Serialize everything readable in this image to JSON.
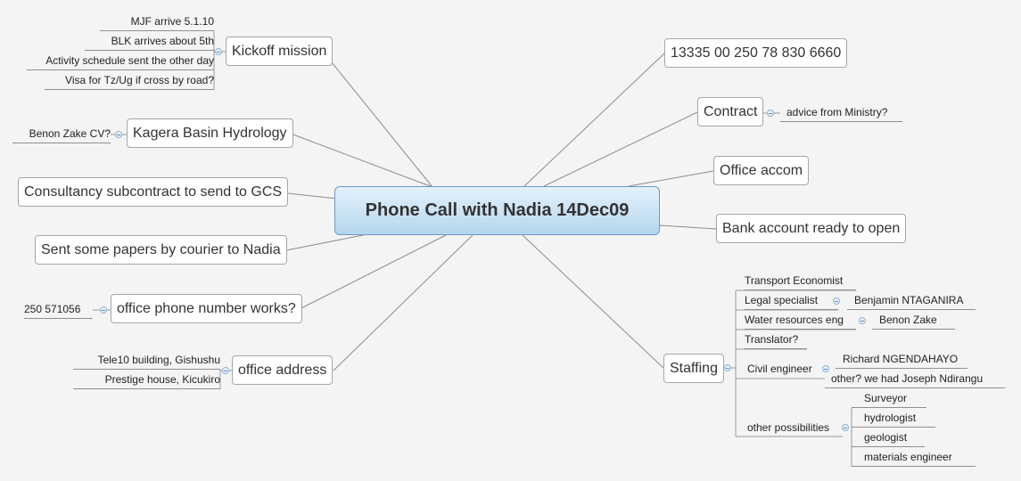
{
  "central_topic": "Phone Call with Nadia 14Dec09",
  "topics": {
    "kickoff": {
      "label": "Kickoff mission",
      "items": [
        "MJF arrive 5.1.10",
        "BLK arrives about 5th",
        "Activity schedule sent the other day",
        "Visa for Tz/Ug if cross by road?"
      ]
    },
    "kagera": {
      "label": "Kagera Basin Hydrology",
      "items": [
        "Benon Zake CV?"
      ]
    },
    "consultancy": {
      "label": "Consultancy subcontract to send to GCS"
    },
    "papers": {
      "label": "Sent some papers by courier to Nadia"
    },
    "phone": {
      "label": "office phone number works?",
      "items": [
        "250 571056"
      ]
    },
    "address": {
      "label": "office address",
      "items": [
        "Tele10 building, Gishushu",
        "Prestige house, Kicukiro"
      ]
    },
    "number": {
      "label": "13335 00 250 78 830 6660"
    },
    "contract": {
      "label": "Contract",
      "items": [
        "advice from Ministry?"
      ]
    },
    "office_accom": {
      "label": "Office accom"
    },
    "bank": {
      "label": "Bank account ready to open"
    },
    "staffing": {
      "label": "Staffing",
      "items": [
        {
          "label": "Transport Economist"
        },
        {
          "label": "Legal specialist",
          "children": [
            "Benjamin NTAGANIRA"
          ]
        },
        {
          "label": "Water resources eng",
          "children": [
            "Benon Zake"
          ]
        },
        {
          "label": "Translator?"
        },
        {
          "label": "Civil engineer",
          "children": [
            "Richard NGENDAHAYO",
            "other? we had Joseph Ndirangu"
          ]
        },
        {
          "label": "other possibilities",
          "children": [
            "Surveyor",
            "hydrologist",
            "geologist",
            "materials engineer"
          ]
        }
      ]
    }
  },
  "colors": {
    "central_fill": "#b5d6ef",
    "central_border": "#6b9ac4",
    "connector": "#8c8c8c",
    "background": "#f4f4f4"
  }
}
